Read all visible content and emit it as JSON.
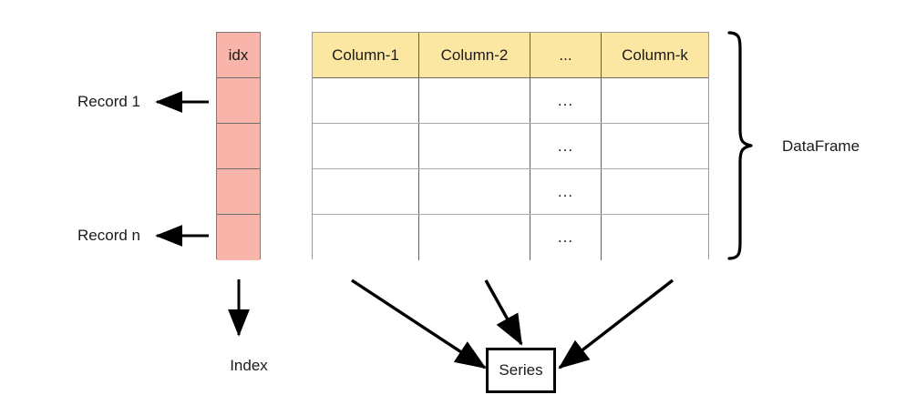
{
  "diagram": {
    "title_concepts": [
      "DataFrame",
      "Index",
      "Series"
    ],
    "index_column": {
      "header": "idx",
      "cells": [
        "",
        "",
        "",
        ""
      ],
      "color": "#fab5aa",
      "label_below": "Index"
    },
    "record_labels": [
      {
        "text": "Record 1"
      },
      {
        "text": "Record n"
      }
    ],
    "table": {
      "header_color": "#fbe6a2",
      "columns": [
        "Column-1",
        "Column-2",
        "...",
        "Column-k"
      ],
      "rows": [
        [
          "",
          "",
          "...",
          ""
        ],
        [
          "",
          "",
          "...",
          ""
        ],
        [
          "",
          "",
          "...",
          ""
        ],
        [
          "",
          "",
          "...",
          ""
        ]
      ]
    },
    "brace_label": "DataFrame",
    "series_box": {
      "label": "Series"
    },
    "arrows": {
      "record_arrow_1": "left-arrow",
      "record_arrow_n": "left-arrow",
      "index_arrow": "down-arrow",
      "series_arrow_left": "diagonal-arrow",
      "series_arrow_middle": "diagonal-arrow",
      "series_arrow_right": "diagonal-arrow"
    }
  }
}
